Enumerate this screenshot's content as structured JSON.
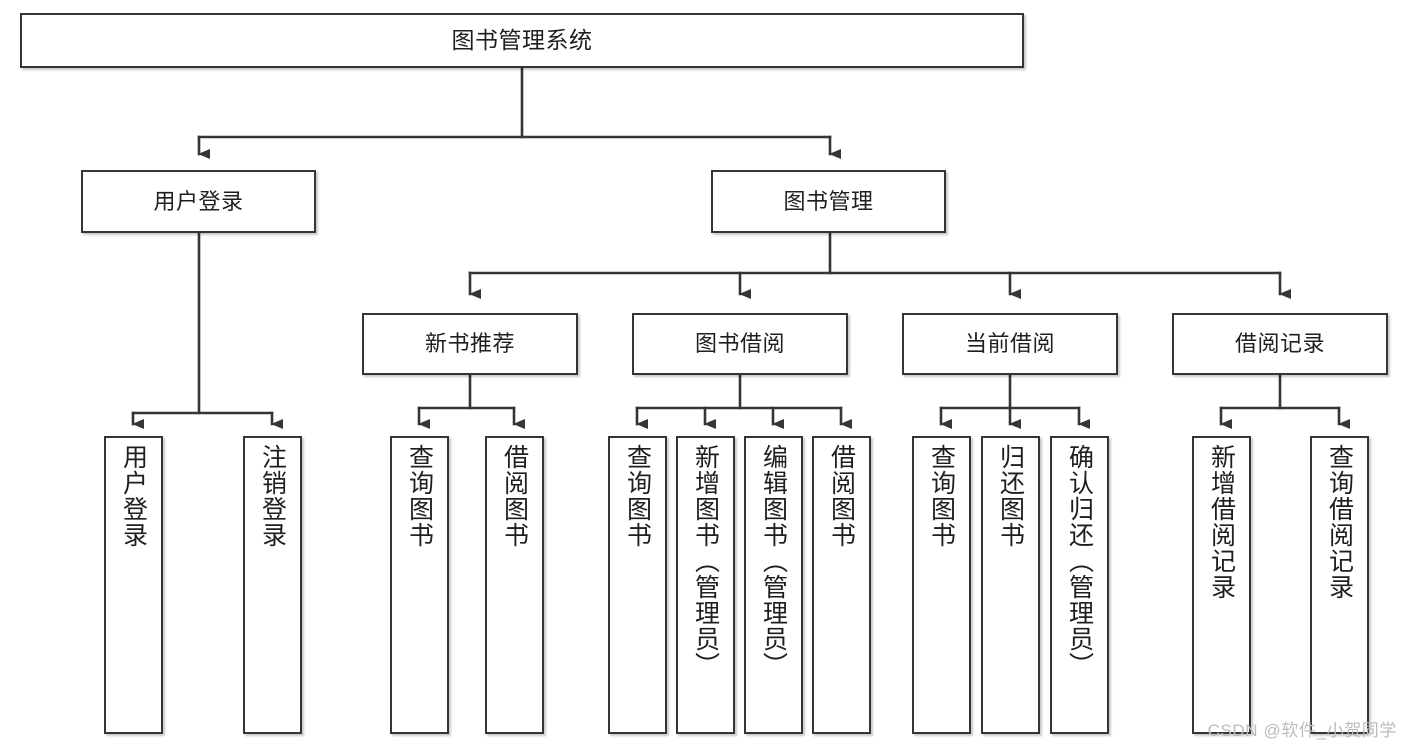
{
  "diagram": {
    "title": "图书管理系统",
    "type": "tree-hierarchy",
    "watermark": "CSDN @软件_小贺同学",
    "line_color": "#32363a",
    "box_border_color": "#32363a",
    "box_fill": "#ffffff",
    "background": "#ffffff"
  },
  "nodes": {
    "root": {
      "label": "图书管理系统",
      "level": 0,
      "orientation": "horizontal"
    },
    "user_login": {
      "label": "用户登录",
      "level": 1,
      "orientation": "horizontal"
    },
    "book_manage": {
      "label": "图书管理",
      "level": 1,
      "orientation": "horizontal"
    },
    "new_book_rec": {
      "label": "新书推荐",
      "level": 2,
      "orientation": "horizontal"
    },
    "book_borrow": {
      "label": "图书借阅",
      "level": 2,
      "orientation": "horizontal"
    },
    "current_borrow": {
      "label": "当前借阅",
      "level": 2,
      "orientation": "horizontal"
    },
    "borrow_record": {
      "label": "借阅记录",
      "level": 2,
      "orientation": "horizontal"
    },
    "leaf_user_login": {
      "label": "用户登录",
      "level": 3,
      "orientation": "vertical",
      "parent": "user_login"
    },
    "leaf_logout": {
      "label": "注销登录",
      "level": 3,
      "orientation": "vertical",
      "parent": "user_login"
    },
    "leaf_query_book_rec": {
      "label": "查询图书",
      "level": 3,
      "orientation": "vertical",
      "parent": "new_book_rec"
    },
    "leaf_borrow_book_rec": {
      "label": "借阅图书",
      "level": 3,
      "orientation": "vertical",
      "parent": "new_book_rec"
    },
    "leaf_query_book_bb": {
      "label": "查询图书",
      "level": 3,
      "orientation": "vertical",
      "parent": "book_borrow"
    },
    "leaf_add_book": {
      "label": "新增图书（管理员）",
      "level": 3,
      "orientation": "vertical",
      "parent": "book_borrow"
    },
    "leaf_edit_book": {
      "label": "编辑图书（管理员）",
      "level": 3,
      "orientation": "vertical",
      "parent": "book_borrow"
    },
    "leaf_borrow_book_bb": {
      "label": "借阅图书",
      "level": 3,
      "orientation": "vertical",
      "parent": "book_borrow"
    },
    "leaf_query_book_cb": {
      "label": "查询图书",
      "level": 3,
      "orientation": "vertical",
      "parent": "current_borrow"
    },
    "leaf_return_book": {
      "label": "归还图书",
      "level": 3,
      "orientation": "vertical",
      "parent": "current_borrow"
    },
    "leaf_confirm_return": {
      "label": "确认归还（管理员）",
      "level": 3,
      "orientation": "vertical",
      "parent": "current_borrow"
    },
    "leaf_add_record": {
      "label": "新增借阅记录",
      "level": 3,
      "orientation": "vertical",
      "parent": "borrow_record"
    },
    "leaf_query_record": {
      "label": "查询借阅记录",
      "level": 3,
      "orientation": "vertical",
      "parent": "borrow_record"
    }
  }
}
